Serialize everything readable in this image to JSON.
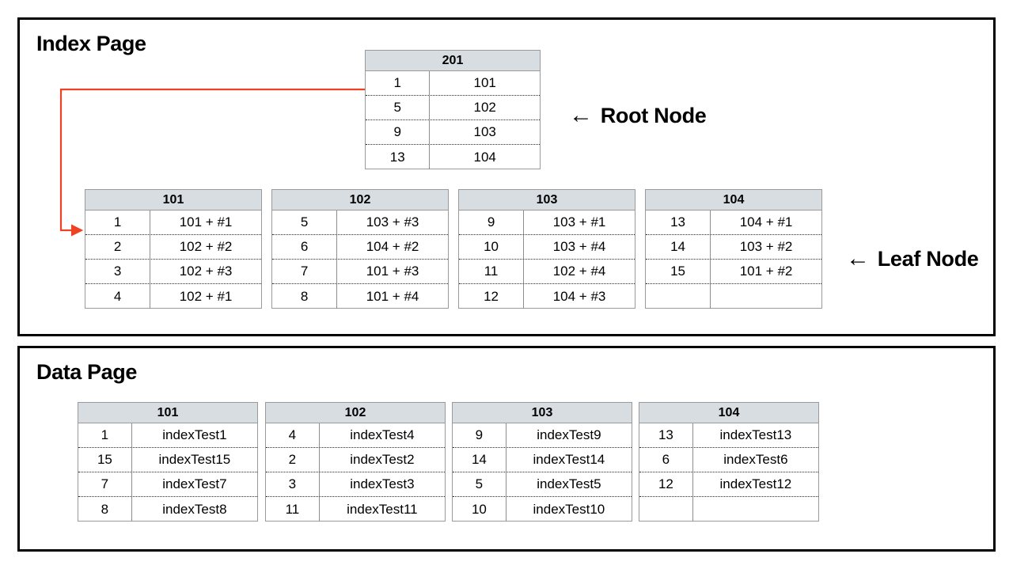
{
  "diagram": {
    "title_index": "Index Page",
    "title_data": "Data Page",
    "accent_color": "#ef4123",
    "header_color": "#d7dde1",
    "border_color": "#000000"
  },
  "annotations": {
    "root": {
      "arrow": "←",
      "label": "Root Node"
    },
    "leaf": {
      "arrow": "←",
      "label": "Leaf Node"
    }
  },
  "index_page": {
    "root": {
      "page_id": "201",
      "rows": [
        {
          "key": "1",
          "value": "101"
        },
        {
          "key": "5",
          "value": "102"
        },
        {
          "key": "9",
          "value": "103"
        },
        {
          "key": "13",
          "value": "104"
        }
      ]
    },
    "leaves": [
      {
        "page_id": "101",
        "rows": [
          {
            "key": "1",
            "value": "101 + #1"
          },
          {
            "key": "2",
            "value": "102 + #2"
          },
          {
            "key": "3",
            "value": "102 + #3"
          },
          {
            "key": "4",
            "value": "102 + #1"
          }
        ]
      },
      {
        "page_id": "102",
        "rows": [
          {
            "key": "5",
            "value": "103 + #3"
          },
          {
            "key": "6",
            "value": "104 + #2"
          },
          {
            "key": "7",
            "value": "101 + #3"
          },
          {
            "key": "8",
            "value": "101 + #4"
          }
        ]
      },
      {
        "page_id": "103",
        "rows": [
          {
            "key": "9",
            "value": "103 + #1"
          },
          {
            "key": "10",
            "value": "103 + #4"
          },
          {
            "key": "11",
            "value": "102 + #4"
          },
          {
            "key": "12",
            "value": "104 + #3"
          }
        ]
      },
      {
        "page_id": "104",
        "rows": [
          {
            "key": "13",
            "value": "104 + #1"
          },
          {
            "key": "14",
            "value": "103 + #2"
          },
          {
            "key": "15",
            "value": "101 + #2"
          },
          {
            "key": "",
            "value": ""
          }
        ]
      }
    ]
  },
  "data_page": {
    "pages": [
      {
        "page_id": "101",
        "rows": [
          {
            "key": "1",
            "value": "indexTest1"
          },
          {
            "key": "15",
            "value": "indexTest15"
          },
          {
            "key": "7",
            "value": "indexTest7"
          },
          {
            "key": "8",
            "value": "indexTest8"
          }
        ]
      },
      {
        "page_id": "102",
        "rows": [
          {
            "key": "4",
            "value": "indexTest4"
          },
          {
            "key": "2",
            "value": "indexTest2"
          },
          {
            "key": "3",
            "value": "indexTest3"
          },
          {
            "key": "11",
            "value": "indexTest11"
          }
        ]
      },
      {
        "page_id": "103",
        "rows": [
          {
            "key": "9",
            "value": "indexTest9"
          },
          {
            "key": "14",
            "value": "indexTest14"
          },
          {
            "key": "5",
            "value": "indexTest5"
          },
          {
            "key": "10",
            "value": "indexTest10"
          }
        ]
      },
      {
        "page_id": "104",
        "rows": [
          {
            "key": "13",
            "value": "indexTest13"
          },
          {
            "key": "6",
            "value": "indexTest6"
          },
          {
            "key": "12",
            "value": "indexTest12"
          },
          {
            "key": "",
            "value": ""
          }
        ]
      }
    ]
  }
}
